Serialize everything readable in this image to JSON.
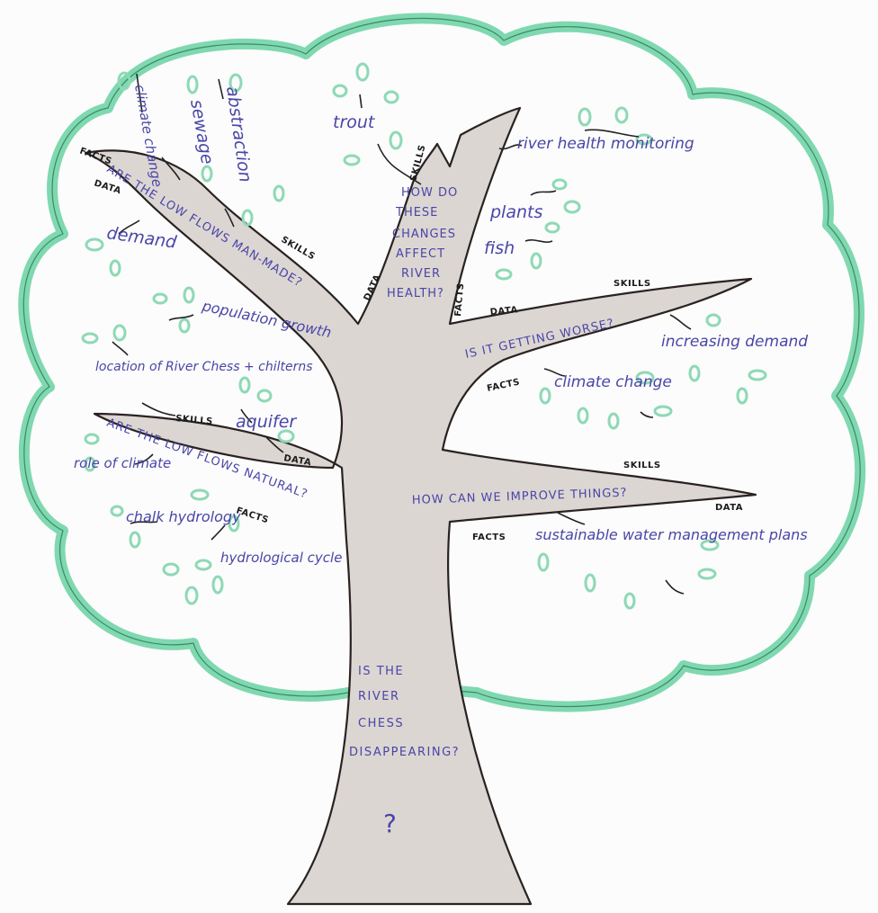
{
  "trunk": {
    "question_lines": [
      "IS THE",
      "RIVER",
      "CHESS",
      "DISAPPEARING?"
    ],
    "mark": "?"
  },
  "upper_branch": {
    "question_lines": [
      "HOW DO",
      "THESE",
      "CHANGES",
      "AFFECT",
      "RIVER",
      "HEALTH?"
    ],
    "tags": {
      "skills": "SKILLS",
      "data": "DATA",
      "facts": "FACTS"
    },
    "leaves": [
      "trout",
      "river health monitoring",
      "plants",
      "fish"
    ]
  },
  "branch_manmade": {
    "question": "ARE THE LOW FLOWS MAN-MADE?",
    "tags": {
      "facts": "FACTS",
      "data": "DATA",
      "skills": "SKILLS"
    },
    "leaves": [
      "climate change",
      "sewage",
      "abstraction",
      "demand",
      "population growth"
    ]
  },
  "branch_natural": {
    "question": "ARE THE LOW FLOWS NATURAL?",
    "tags": {
      "skills": "SKILLS",
      "data": "DATA",
      "facts": "FACTS"
    },
    "leaves": [
      "location of River Chess + chilterns",
      "aquifer",
      "role of climate",
      "chalk hydrology",
      "hydrological cycle"
    ]
  },
  "branch_worse": {
    "question": "IS IT GETTING WORSE?",
    "tags": {
      "skills": "SKILLS",
      "data": "DATA",
      "facts": "FACTS"
    },
    "leaves": [
      "increasing demand",
      "climate change"
    ]
  },
  "branch_improve": {
    "question": "HOW CAN WE IMPROVE THINGS?",
    "tags": {
      "skills": "SKILLS",
      "data": "DATA",
      "facts": "FACTS"
    },
    "leaves": [
      "sustainable water management plans"
    ]
  },
  "colors": {
    "canopy_outline": "#7fd8b0",
    "canopy_inner": "#3a8a68",
    "bark_fill": "#dcd6d2",
    "bark_line": "#2a2222",
    "ink": "#4a45a8",
    "leaf": "#8ed9b5"
  }
}
